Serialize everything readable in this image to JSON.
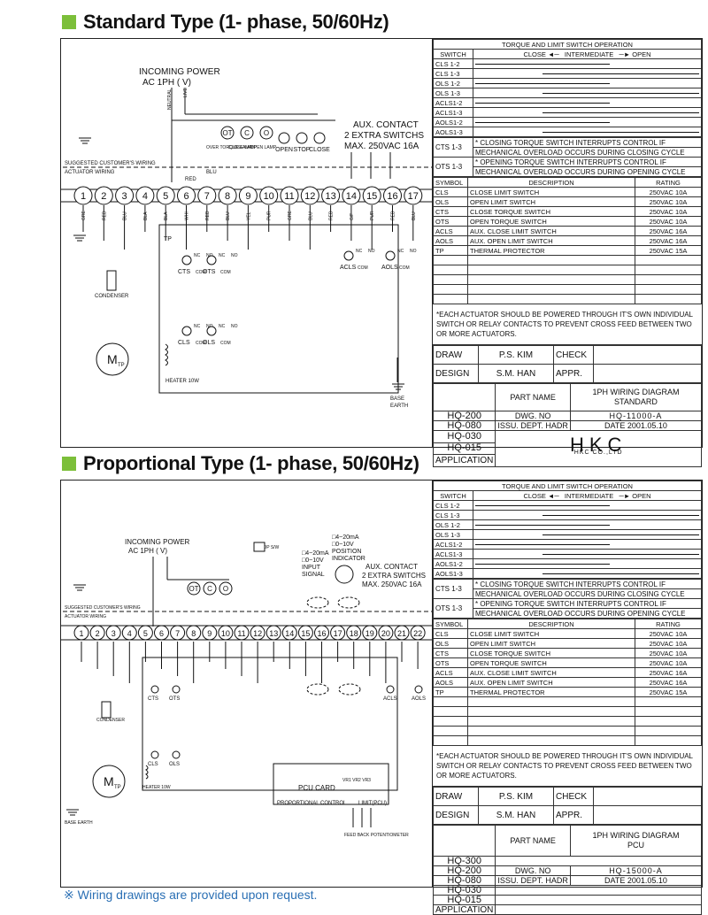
{
  "section1": {
    "title": "Standard Type (1- phase, 50/60Hz)",
    "incoming_power": "INCOMING POWER",
    "ac_label": "AC 1PH (     V)",
    "neutral": "NEUTRAL",
    "live": "LIVE",
    "aux_contact": "AUX. CONTACT",
    "extra_switches": "2 EXTRA SWITCHS",
    "max_rating": "MAX. 250VAC 16A",
    "customer_wiring": "SUGGESTED CUSTOMER'S WIRING",
    "actuator_wiring": "ACTUATOR WIRING",
    "lamp_labels": [
      "OVER TORQUE LAMP",
      "CLOSE LAMP",
      "OPEN LAMP"
    ],
    "switch_labels": [
      "OPEN",
      "STOP",
      "CLOSE"
    ],
    "lamp_letters": [
      "OT",
      "C",
      "O"
    ],
    "wire_colors_top": [
      "BLU",
      "RED"
    ],
    "terminals": [
      "1",
      "2",
      "3",
      "4",
      "5",
      "6",
      "7",
      "8",
      "9",
      "10",
      "11",
      "12",
      "13",
      "14",
      "15",
      "16",
      "17"
    ],
    "wire_labels": [
      "GRE",
      "RED",
      "BLU",
      "BLA",
      "BLA",
      "WHI",
      "RED",
      "BLU",
      "YEL",
      "PUR",
      "GRE",
      "BLU",
      "RED",
      "G/F",
      "PUR",
      "RED",
      "BLU",
      "BLU"
    ],
    "components": [
      "TP",
      "CTS",
      "OTS",
      "ACLS",
      "AOLS",
      "CLS",
      "OLS",
      "CONDENSER",
      "HEATER 10W",
      "BASE EARTH"
    ],
    "panel": {
      "ops_title": "TORQUE AND LIMIT SWITCH OPERATION",
      "ops_cols": [
        "SWITCH",
        "CLOSE",
        "INTERMEDIATE",
        "OPEN"
      ],
      "switch_rows": [
        "CLS 1-2",
        "CLS 1-3",
        "OLS 1-2",
        "OLS 1-3",
        "ACLS1-2",
        "ACLS1-3",
        "AOLS1-2",
        "AOLS1-3"
      ],
      "cts_label": "CTS 1-3",
      "cts_note1": "* CLOSING TORQUE SWITCH INTERRUPTS CONTROL IF",
      "cts_note2": "MECHANICAL OVERLOAD OCCURS DURING CLOSING CYCLE",
      "ots_label": "OTS 1-3",
      "ots_note1": "* OPENING TORQUE SWITCH INTERRUPTS CONTROL IF",
      "ots_note2": "MECHANICAL OVERLOAD OCCURS DURING OPENING CYCLE",
      "desc_head": [
        "SYMBOL",
        "DESCRIPTION",
        "RATING"
      ],
      "desc_rows": [
        [
          "CLS",
          "CLOSE LIMIT SWITCH",
          "250VAC 10A"
        ],
        [
          "OLS",
          "OPEN LIMIT SWITCH",
          "250VAC 10A"
        ],
        [
          "CTS",
          "CLOSE TORQUE SWITCH",
          "250VAC 10A"
        ],
        [
          "OTS",
          "OPEN TORQUE SWITCH",
          "250VAC 10A"
        ],
        [
          "ACLS",
          "AUX. CLOSE LIMIT SWITCH",
          "250VAC 16A"
        ],
        [
          "AOLS",
          "AUX. OPEN LIMIT SWITCH",
          "250VAC 16A"
        ],
        [
          "TP",
          "THERMAL PROTECTOR",
          "250VAC 15A"
        ]
      ],
      "note": "*EACH ACTUATOR SHOULD BE POWERED THROUGH IT'S OWN INDIVIDUAL SWITCH OR RELAY CONTACTS TO PREVENT CROSS FEED BETWEEN TWO OR MORE ACTUATORS.",
      "draw": "DRAW",
      "draw_name": "P.S. KIM",
      "check": "CHECK",
      "design": "DESIGN",
      "design_name": "S.M. HAN",
      "appr": "APPR.",
      "part_name": "PART NAME",
      "part_value": "1PH WIRING DIAGRAM\nSTANDARD",
      "models": [
        "HQ-200",
        "HQ-080",
        "HQ-030",
        "HQ-015"
      ],
      "dwg_no_label": "DWG. NO",
      "dwg_no": "HQ-11000-A",
      "issu": "ISSU. DEPT. HADR",
      "date": "DATE 2001.05.10",
      "application": "APPLICATION",
      "logo": "HKC",
      "company": "HKC CO.,LTD"
    }
  },
  "section2": {
    "title": "Proportional Type (1- phase, 50/60Hz)",
    "incoming_power": "INCOMING POWER",
    "ac_label": "AC 1PH (     V)",
    "stop_sw": "STOP S/W",
    "input_signal": [
      "4~20mA",
      "0~10V",
      "INPUT",
      "SIGNAL"
    ],
    "position_indicator": [
      "4~20mA",
      "0~10V",
      "POSITION",
      "INDICATOR"
    ],
    "aux_contact": "AUX. CONTACT",
    "extra_switches": "2 EXTRA SWITCHS",
    "max_rating": "MAX. 250VAC 16A",
    "customer_wiring": "SUGGESTED CUSTOMER'S WIRING",
    "actuator_wiring": "ACTUATOR WIRING",
    "terminals": [
      "1",
      "2",
      "3",
      "4",
      "5",
      "6",
      "7",
      "8",
      "9",
      "10",
      "11",
      "12",
      "13",
      "14",
      "15",
      "16",
      "17",
      "18",
      "19",
      "20",
      "21",
      "22"
    ],
    "pcu_card": "PCU CARD",
    "proportional_control": "PROPORTIONAL CONTROL",
    "limit_pcu": "LIMIT(PCU)",
    "feedback": "FEED BACK POTENTIOMETER",
    "base_earth": "BASE EARTH",
    "panel": {
      "ops_title": "TORQUE AND LIMIT SWITCH OPERATION",
      "ops_cols": [
        "SWITCH",
        "CLOSE",
        "INTERMEDIATE",
        "OPEN"
      ],
      "switch_rows": [
        "CLS 1-2",
        "CLS 1-3",
        "OLS 1-2",
        "OLS 1-3",
        "ACLS1-2",
        "ACLS1-3",
        "AOLS1-2",
        "AOLS1-3"
      ],
      "cts_label": "CTS 1-3",
      "cts_note1": "* CLOSING TORQUE SWITCH INTERRUPTS CONTROL IF",
      "cts_note2": "MECHANICAL OVERLOAD OCCURS DURING CLOSING CYCLE",
      "ots_label": "OTS 1-3",
      "ots_note1": "* OPENING TORQUE SWITCH INTERRUPTS CONTROL IF",
      "ots_note2": "MECHANICAL OVERLOAD OCCURS DURING OPENING CYCLE",
      "desc_head": [
        "SYMBOL",
        "DESCRIPTION",
        "RATING"
      ],
      "desc_rows": [
        [
          "CLS",
          "CLOSE LIMIT SWITCH",
          "250VAC 10A"
        ],
        [
          "OLS",
          "OPEN LIMIT SWITCH",
          "250VAC 10A"
        ],
        [
          "CTS",
          "CLOSE TORQUE SWITCH",
          "250VAC 10A"
        ],
        [
          "OTS",
          "OPEN TORQUE SWITCH",
          "250VAC 10A"
        ],
        [
          "ACLS",
          "AUX. CLOSE LIMIT SWITCH",
          "250VAC 16A"
        ],
        [
          "AOLS",
          "AUX. OPEN LIMIT SWITCH",
          "250VAC 16A"
        ],
        [
          "TP",
          "THERMAL PROTECTOR",
          "250VAC 15A"
        ]
      ],
      "note": "*EACH ACTUATOR SHOULD BE POWERED THROUGH IT'S OWN INDIVIDUAL SWITCH OR RELAY CONTACTS TO PREVENT CROSS FEED BETWEEN TWO OR MORE ACTUATORS.",
      "draw": "DRAW",
      "draw_name": "P.S. KIM",
      "check": "CHECK",
      "design": "DESIGN",
      "design_name": "S.M. HAN",
      "appr": "APPR.",
      "part_name": "PART NAME",
      "part_value": "1PH WIRING DIAGRAM\nPCU",
      "models": [
        "HQ-300",
        "HQ-200",
        "HQ-080",
        "HQ-030",
        "HQ-015"
      ],
      "dwg_no_label": "DWG. NO",
      "dwg_no": "HQ-15000-A",
      "issu": "ISSU. DEPT. HADR",
      "date": "DATE 2001.05.10",
      "application": "APPLICATION"
    }
  },
  "footer": "※ Wiring drawings are provided upon request.",
  "colors": {
    "accent_square": "#7cbf3a",
    "footer_text": "#2a6fb4"
  }
}
